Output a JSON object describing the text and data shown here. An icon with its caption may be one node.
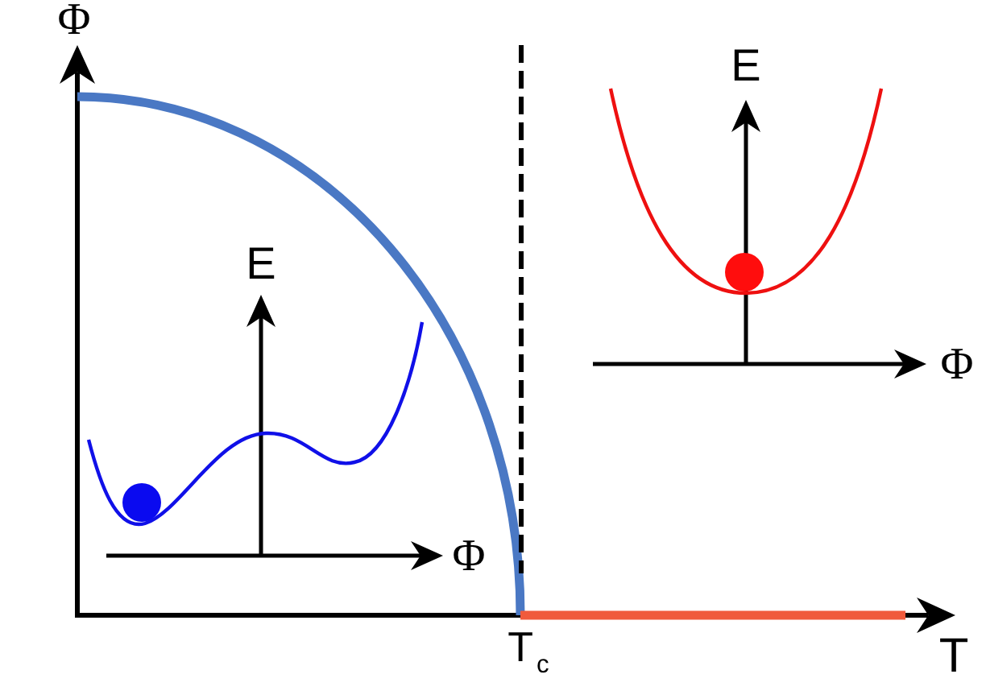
{
  "diagram": {
    "labels": [
      "Φ",
      "E",
      "E",
      "Φ",
      "Φ",
      "T$_{c}$",
      "T"
    ]
  }
}
